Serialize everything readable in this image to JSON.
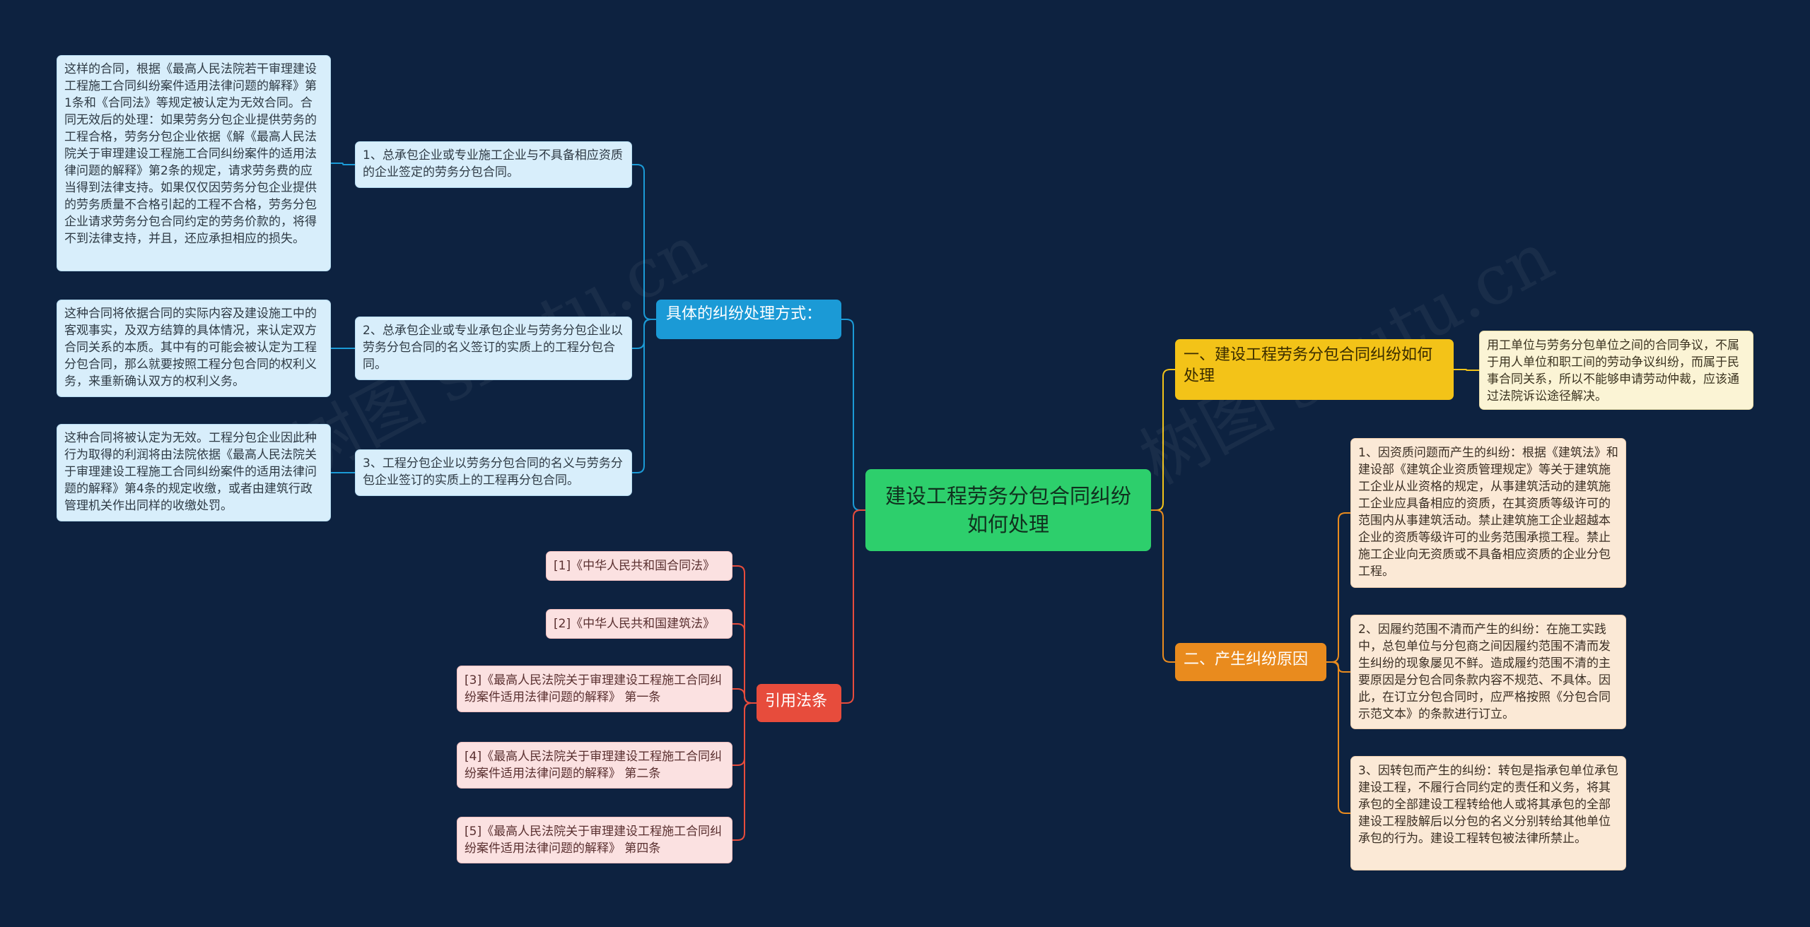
{
  "colors": {
    "background": "#0d2240",
    "center": "#2dcf6c",
    "blue_branch": "#1b9ad6",
    "yellow_branch": "#f3c318",
    "orange_branch": "#e98b1e",
    "red_branch": "#e74c3c"
  },
  "watermark": "树图 shutu.cn",
  "center": {
    "text": "建设工程劳务分包合同纠纷如何处理"
  },
  "left_blue": {
    "title": "具体的纠纷处理方式：",
    "items": [
      {
        "text": "1、总承包企业或专业施工企业与不具备相应资质的企业签定的劳务分包合同。",
        "detail": "这样的合同，根据《最高人民法院若干审理建设工程施工合同纠纷案件适用法律问题的解释》第1条和《合同法》等规定被认定为无效合同。合同无效后的处理：如果劳务分包企业提供劳务的工程合格，劳务分包企业依据《解《最高人民法院关于审理建设工程施工合同纠纷案件的适用法律问题的解释》第2条的规定，请求劳务费的应当得到法律支持。如果仅仅因劳务分包企业提供的劳务质量不合格引起的工程不合格，劳务分包企业请求劳务分包合同约定的劳务价款的，将得不到法律支持，并且，还应承担相应的损失。"
      },
      {
        "text": "2、总承包企业或专业承包企业与劳务分包企业以劳务分包合同的名义签订的实质上的工程分包合同。",
        "detail": "这种合同将依据合同的实际内容及建设施工中的客观事实，及双方结算的具体情况，来认定双方合同关系的本质。其中有的可能会被认定为工程分包合同，那么就要按照工程分包合同的权利义务，来重新确认双方的权利义务。"
      },
      {
        "text": "3、工程分包企业以劳务分包合同的名义与劳务分包企业签订的实质上的工程再分包合同。",
        "detail": "这种合同将被认定为无效。工程分包企业因此种行为取得的利润将由法院依据《最高人民法院关于审理建设工程施工合同纠纷案件的适用法律问题的解释》第4条的规定收缴，或者由建筑行政管理机关作出同样的收缴处罚。"
      }
    ]
  },
  "left_red": {
    "title": "引用法条",
    "items": [
      "[1]《中华人民共和国合同法》",
      "[2]《中华人民共和国建筑法》",
      "[3]《最高人民法院关于审理建设工程施工合同纠纷案件适用法律问题的解释》 第一条",
      "[4]《最高人民法院关于审理建设工程施工合同纠纷案件适用法律问题的解释》 第二条",
      "[5]《最高人民法院关于审理建设工程施工合同纠纷案件适用法律问题的解释》 第四条"
    ]
  },
  "right_yellow": {
    "title": "一、建设工程劳务分包合同纠纷如何处理",
    "detail": "用工单位与劳务分包单位之间的合同争议，不属于用人单位和职工间的劳动争议纠纷，而属于民事合同关系，所以不能够申请劳动仲裁，应该通过法院诉讼途径解决。"
  },
  "right_orange": {
    "title": "二、产生纠纷原因",
    "items": [
      "1、因资质问题而产生的纠纷：根据《建筑法》和建设部《建筑企业资质管理规定》等关于建筑施工企业从业资格的规定，从事建筑活动的建筑施工企业应具备相应的资质，在其资质等级许可的范围内从事建筑活动。禁止建筑施工企业超越本企业的资质等级许可的业务范围承揽工程。禁止施工企业向无资质或不具备相应资质的企业分包工程。",
      "2、因履约范围不清而产生的纠纷：在施工实践中，总包单位与分包商之间因履约范围不清而发生纠纷的现象屡见不鲜。造成履约范围不清的主要原因是分包合同条款内容不规范、不具体。因此，在订立分包合同时，应严格按照《分包合同示范文本》的条款进行订立。",
      "3、因转包而产生的纠纷：转包是指承包单位承包建设工程，不履行合同约定的责任和义务，将其承包的全部建设工程转给他人或将其承包的全部建设工程肢解后以分包的名义分别转给其他单位承包的行为。建设工程转包被法律所禁止。"
    ]
  }
}
